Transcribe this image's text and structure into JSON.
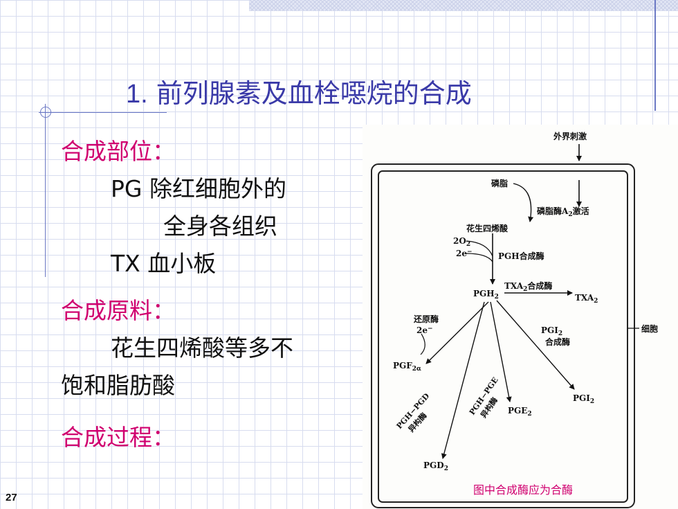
{
  "slide": {
    "title_number": "1.",
    "title_text": "前列腺素及血栓噁烷的合成",
    "page_number": "27"
  },
  "content": {
    "site_heading": "合成部位：",
    "site_pg": "PG  除红细胞外的",
    "site_pg_cont": "全身各组织",
    "site_tx": "TX  血小板",
    "material_heading": "合成原料：",
    "material_line1": "花生四烯酸等多不",
    "material_line2": "饱和脂肪酸",
    "process_heading": "合成过程："
  },
  "diagram": {
    "stimulus": "外界刺激",
    "phospholipid": "磷脂",
    "pla2": "磷脂酶A",
    "pla2_sub": "2",
    "pla2_act": "激活",
    "aa": "花生四烯酸",
    "o2": "2O",
    "o2_sub": "2",
    "e": "2e",
    "e_sup": "−",
    "pgh_synthase": "PGH合成酶",
    "pgh2": "PGH",
    "pgh2_sub": "2",
    "txa2_synthase": "TXA",
    "txa2_synthase_sub": "2",
    "txa2_synthase_suffix": "合成酶",
    "txa2": "TXA",
    "txa2_sub": "2",
    "reductase": "还原酶",
    "reductase_e": "2e",
    "reductase_e_sup": "−",
    "pgi2_synthase_1": "PGI",
    "pgi2_synthase_1_sub": "2",
    "pgi2_synthase_2": "合成酶",
    "cell": "细胞",
    "pgf2a": "PGF",
    "pgf2a_sub": "2α",
    "pgh_pgd": "PGH−PGD",
    "pgh_pgd_2": "异构酶",
    "pgh_pge": "PGH−PGE",
    "pgh_pge_2": "异构酶",
    "pge2": "PGE",
    "pge2_sub": "2",
    "pgi2": "PGI",
    "pgi2_sub": "2",
    "pgd2": "PGD",
    "pgd2_sub": "2",
    "note": "图中合成酶应为合酶",
    "note_color": "#d0006f"
  }
}
